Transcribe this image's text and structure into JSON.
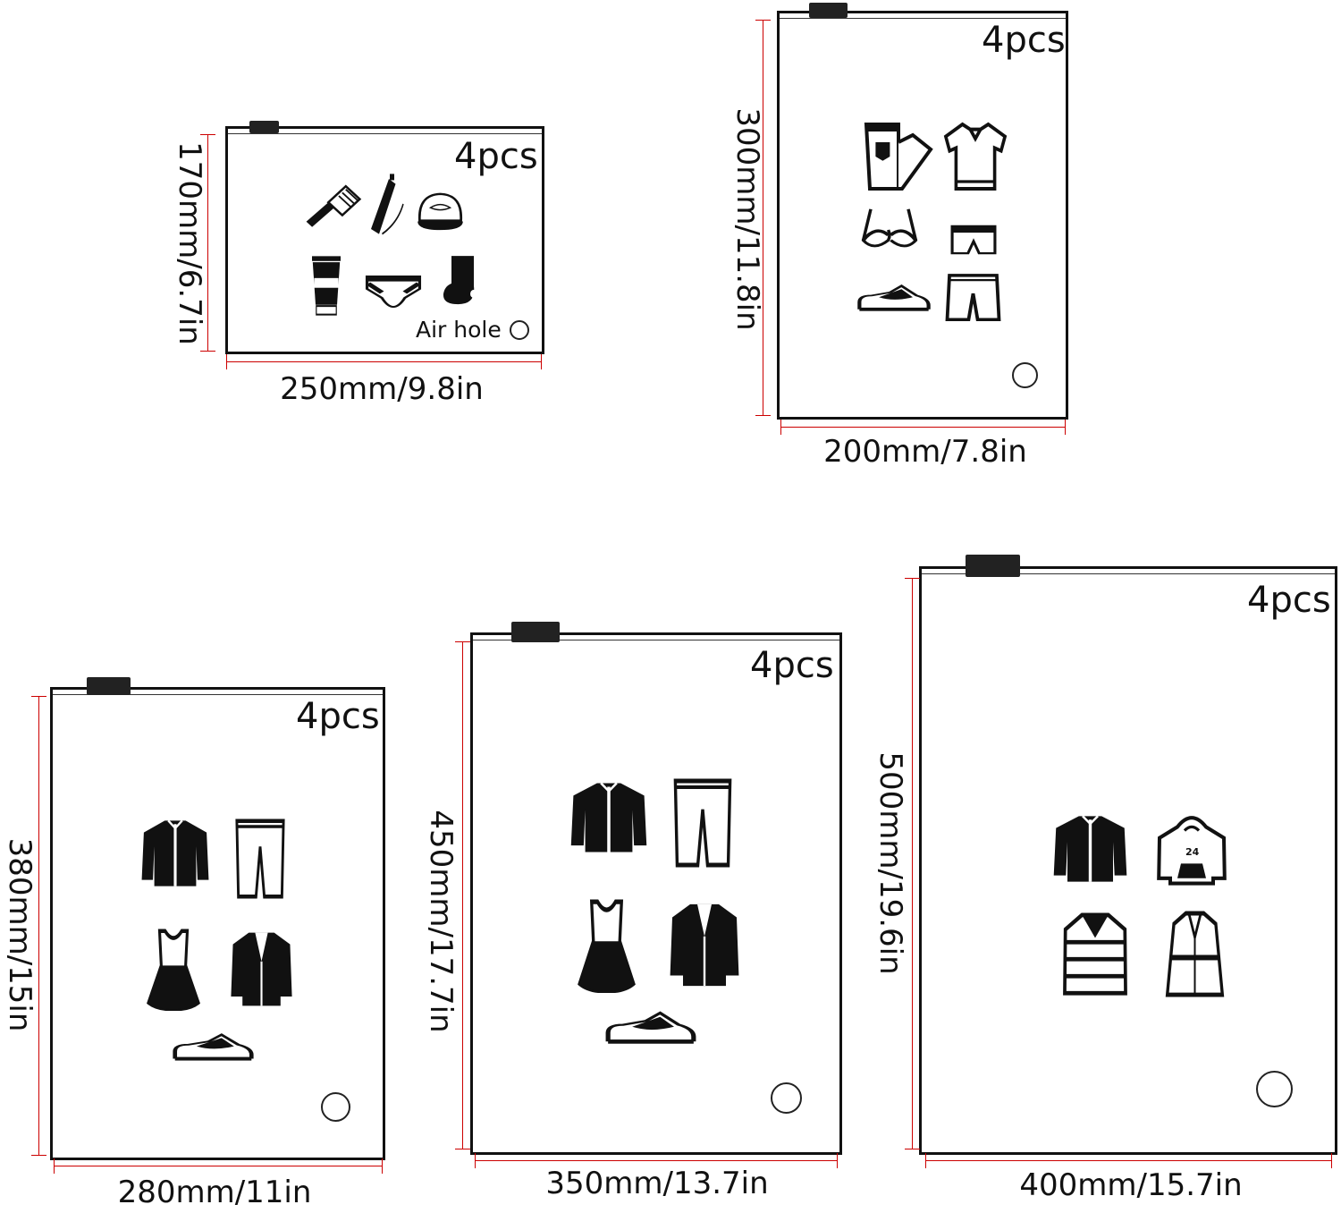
{
  "bags": [
    {
      "quantity": "4pcs",
      "height_label": "170mm/6.7in",
      "width_label": "250mm/9.8in",
      "air_hole_label": "Air hole",
      "icons": [
        "comb-icon",
        "toothpaste-icon",
        "cap-icon",
        "lotion-icon",
        "briefs-icon",
        "socks-icon"
      ]
    },
    {
      "quantity": "4pcs",
      "height_label": "300mm/11.8in",
      "width_label": "200mm/7.8in",
      "icons": [
        "jeans-icon",
        "polo-shirt-icon",
        "bra-icon",
        "boxer-icon",
        "sneaker-icon",
        "shorts-icon"
      ]
    },
    {
      "quantity": "4pcs",
      "height_label": "380mm/15in",
      "width_label": "280mm/11in",
      "icons": [
        "shirt-icon",
        "pants-icon",
        "dress-icon",
        "blazer-icon",
        "sneaker-icon"
      ]
    },
    {
      "quantity": "4pcs",
      "height_label": "450mm/17.7in",
      "width_label": "350mm/13.7in",
      "icons": [
        "shirt-icon",
        "pants-icon",
        "dress-icon",
        "blazer-icon",
        "sneaker-icon"
      ]
    },
    {
      "quantity": "4pcs",
      "height_label": "500mm/19.6in",
      "width_label": "400mm/15.7in",
      "hoodie_number": "24",
      "icons": [
        "jacket-icon",
        "hoodie-icon",
        "puffer-jacket-icon",
        "coat-icon"
      ]
    }
  ],
  "colors": {
    "outline": "#111111",
    "dimension_line": "#cc0000"
  }
}
